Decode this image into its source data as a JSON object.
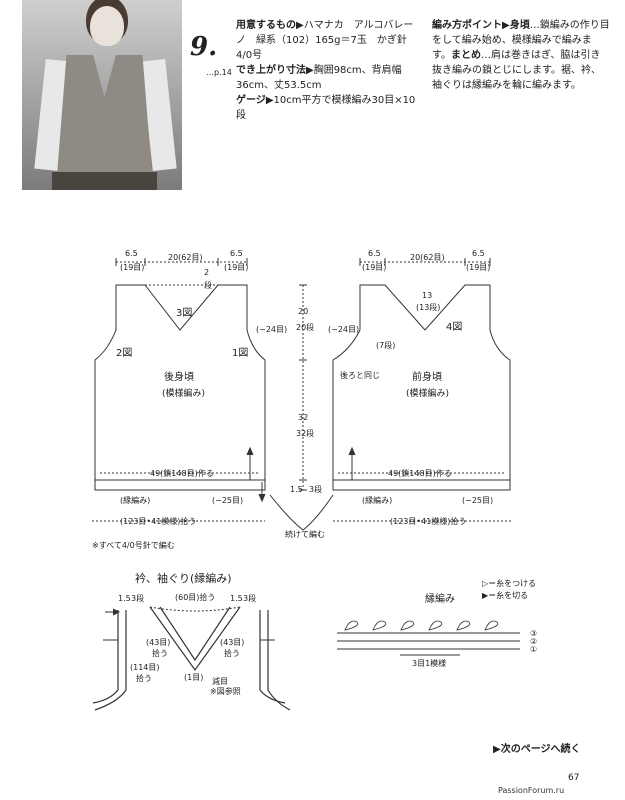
{
  "pattern": {
    "number": "9.",
    "page_ref": "…p.14"
  },
  "materials": {
    "heading": "用意するもの",
    "text": "▶ハマナカ　アルコバレーノ　緑系（102）165g＝7玉　かぎ針4/0号",
    "size_heading": "でき上がり寸法",
    "size_text": "▶胸囲98cm、背肩幅36cm、丈53.5cm",
    "gauge_heading": "ゲージ",
    "gauge_text": "▶10cm平方で模様編み30目×10段"
  },
  "points": {
    "heading": "編み方ポイント",
    "body_heading": "▶身頃",
    "body_text": "…鎖編みの作り目をして編み始め、模様編みで編みます。",
    "finish_heading": "まとめ",
    "finish_text": "…肩は巻きはぎ、脇は引き抜き編みの鎖とじにします。裾、衿、袖ぐりは縁編みを輪に編みます。"
  },
  "back": {
    "title": "後身頃",
    "subtitle": "(模様編み)",
    "fig3": "3図",
    "fig2": "2図",
    "fig1": "1図",
    "dim_shoulder_l": "6.5",
    "dim_shoulder_l_st": "(19目)",
    "dim_neck": "20(62目)",
    "dim_shoulder_r": "6.5",
    "dim_shoulder_r_st": "(19目)",
    "dim_neck_depth": "2",
    "dim_neck_depth_rows": "段",
    "armhole_dec": "(−24目)",
    "chain": "49(鎖148目)作る",
    "edge": "(縁編み)",
    "edge_dec": "(−25目)",
    "pickup": "(123目•41模様)拾う"
  },
  "front": {
    "title": "前身頃",
    "subtitle": "(模様編み)",
    "fig4": "4図",
    "dim_shoulder_l": "6.5",
    "dim_shoulder_l_st": "(19目)",
    "dim_neck": "20(62目)",
    "dim_shoulder_r": "6.5",
    "dim_shoulder_r_st": "(19目)",
    "v_depth": "13",
    "v_rows": "(13段)",
    "armhole_dec": "(−24目)",
    "side_rows": "(7段)",
    "same_as_back": "後ろと同じ",
    "chain": "49(鎖148目)作る",
    "edge": "(縁編み)",
    "edge_dec": "(−25目)",
    "pickup": "(123目•41模様)拾う"
  },
  "center_dims": {
    "upper": "20",
    "upper_rows": "20段",
    "middle": "32",
    "middle_rows": "32段",
    "bottom": "1.5",
    "bottom_rows": "3段",
    "join": "続けて編む"
  },
  "note": "※すべて4/0号針で編む",
  "collar": {
    "title": "衿、袖ぐり(縁編み)",
    "neck_st": "(60目)拾う",
    "left_rows": "1.5",
    "left_rows_st": "3段",
    "right_rows": "1.5",
    "right_rows_st": "3段",
    "side_l": "(43目)",
    "side_l2": "拾う",
    "side_r": "(43目)",
    "side_r2": "拾う",
    "center": "(1目)",
    "arm": "(114目)",
    "arm2": "拾う",
    "dec": "減目",
    "dec_ref": "※図参照"
  },
  "edging": {
    "title": "縁編み",
    "legend1": "▷＝糸をつける",
    "legend2": "▶＝糸を切る",
    "repeat": "3目1模様",
    "rows": [
      "③",
      "②",
      "①"
    ]
  },
  "continue": "▶次のページへ続く",
  "page_number": "67",
  "watermark": "PassionForum.ru"
}
